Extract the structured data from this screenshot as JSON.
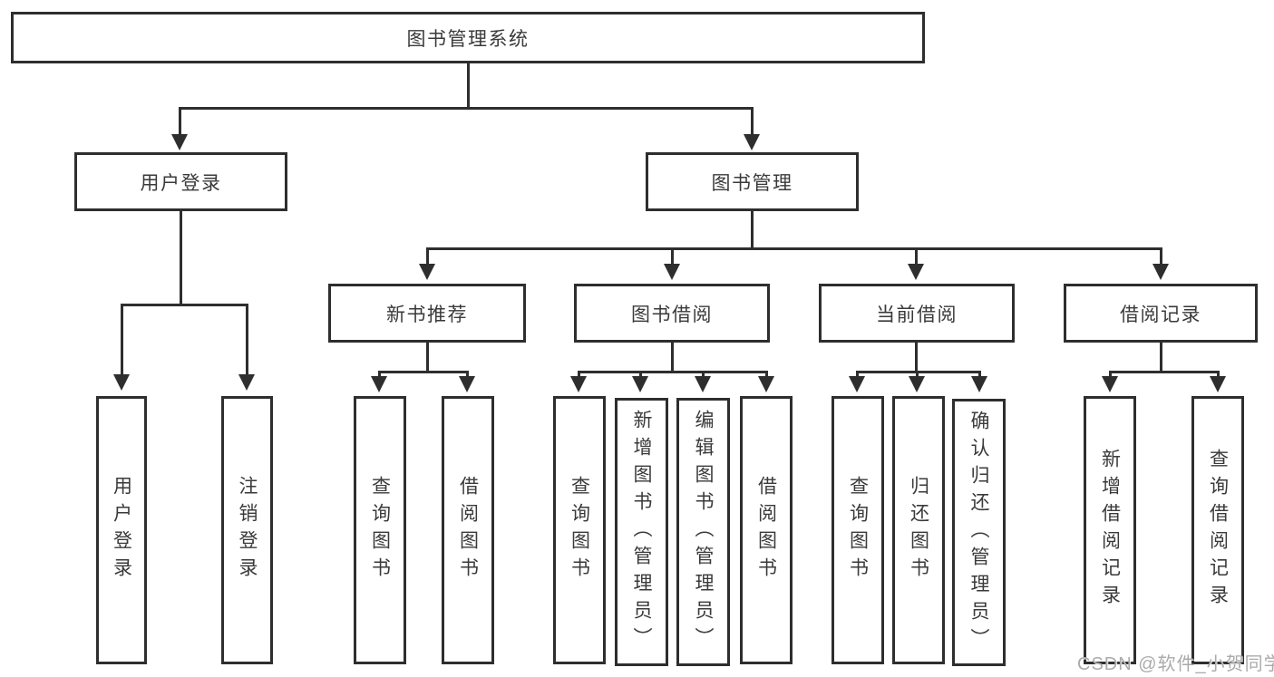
{
  "diagram": {
    "title": "图书管理系统",
    "branches": {
      "user_login": {
        "label": "用户登录",
        "children": {
          "login": "用户登录",
          "logout": "注销登录"
        }
      },
      "book_mgmt": {
        "label": "图书管理",
        "children": {
          "new_book": {
            "label": "新书推荐",
            "children": {
              "query": "查询图书",
              "borrow": "借阅图书"
            }
          },
          "borrowing": {
            "label": "图书借阅",
            "children": {
              "query": "查询图书",
              "add": "新增图书（管理员）",
              "edit": "编辑图书（管理员）",
              "borrow": "借阅图书"
            }
          },
          "current": {
            "label": "当前借阅",
            "children": {
              "query": "查询图书",
              "return": "归还图书",
              "confirm": "确认归还（管理员）"
            }
          },
          "records": {
            "label": "借阅记录",
            "children": {
              "add": "新增借阅记录",
              "query": "查询借阅记录"
            }
          }
        }
      }
    }
  },
  "watermark": "CSDN @软件_小贺同学",
  "colors": {
    "line": "#2e2e2e",
    "text": "#3a3a3a",
    "watermark": "#ababab",
    "background": "#ffffff"
  }
}
